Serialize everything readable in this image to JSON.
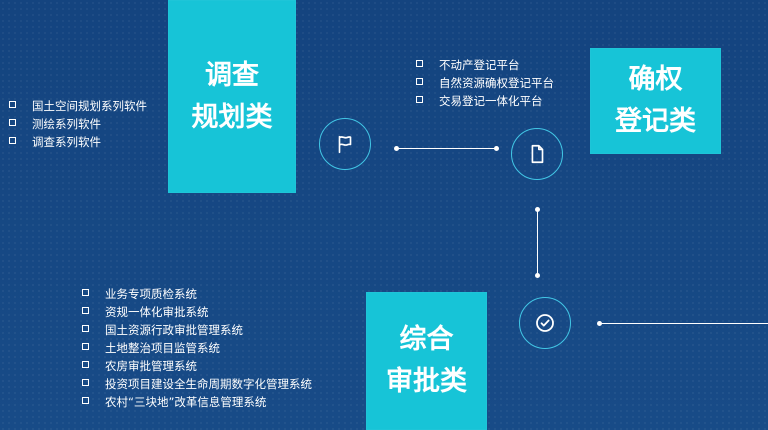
{
  "categories": {
    "survey": {
      "title_line1": "调查",
      "title_line2": "规划类",
      "items": [
        "国土空间规划系列软件",
        "测绘系列软件",
        "调查系列软件"
      ]
    },
    "register": {
      "title_line1": "确权",
      "title_line2": "登记类",
      "items": [
        "不动产登记平台",
        "自然资源确权登记平台",
        "交易登记一体化平台"
      ]
    },
    "approval": {
      "title_line1": "综合",
      "title_line2": "审批类",
      "items": [
        "业务专项质检系统",
        "资规一体化审批系统",
        "国土资源行政审批管理系统",
        "土地整治项目监管系统",
        "农房审批管理系统",
        "投资项目建设全生命周期数字化管理系统",
        "农村“三块地”改革信息管理系统"
      ]
    }
  },
  "icons": {
    "survey": "flag-icon",
    "register": "document-icon",
    "approval": "check-icon"
  },
  "colors": {
    "background": "#184b87",
    "card": "#17c4d7",
    "icon_circle": "#42c7e6",
    "text": "#ffffff"
  }
}
